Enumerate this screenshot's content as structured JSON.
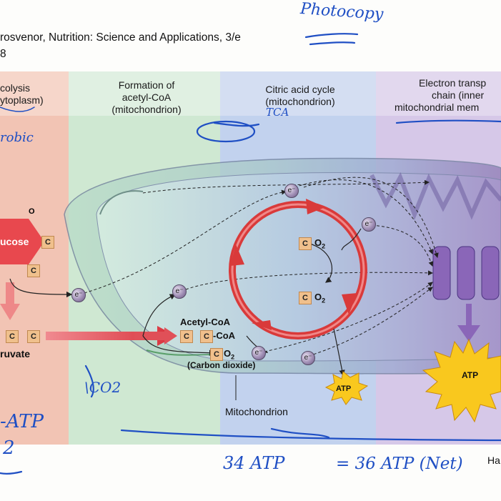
{
  "header": {
    "citation": "rosvenor, Nutrition: Science and Applications, 3/e",
    "fig_number": "8"
  },
  "columns": {
    "glycolysis": [
      "colysis",
      "ytoplasm)"
    ],
    "acetyl": [
      "Formation of",
      "acetyl-CoA",
      "(mitochondrion)"
    ],
    "citric": [
      "Citric acid cycle",
      "(mitochondrion)"
    ],
    "electron": [
      "Electron transp",
      "chain (inner",
      "mitochondrial mem"
    ]
  },
  "labels": {
    "glucose": "ucose",
    "o_top": "O",
    "pyruvate": "ruvate",
    "acetyl_coa": "Acetyl-CoA",
    "coa_suffix": "-CoA",
    "o2": "O",
    "o2_sub": "2",
    "carbon_dioxide": "(Carbon dioxide)",
    "mitochondrion": "Mitochondrion",
    "atp": "ATP",
    "ha": "Ha",
    "carbon": "C",
    "electron": "e⁻"
  },
  "handwriting": {
    "photocopy": "Photocopy",
    "tca": "TCA",
    "robic": "robic",
    "co2": "\\CO2",
    "atp_left": "-ATP",
    "two": "2",
    "thirty_four": "34 ATP",
    "thirty_six": "= 36 ATP (Net)"
  },
  "colors": {
    "glycolysis_bg": "#f2c4b4",
    "acetyl_bg": "#cfe8d2",
    "citric_bg": "#c2d2ee",
    "electron_bg": "#d6c8e8",
    "cycle_red": "#d93a3a",
    "atp_yellow": "#f9c81e",
    "ink_blue": "#1f4fc4"
  }
}
